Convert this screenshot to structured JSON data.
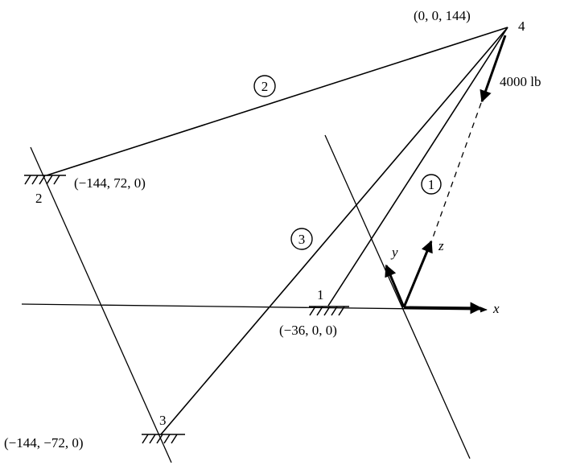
{
  "joints": {
    "j1": {
      "label": "1",
      "coords": "(−36,  0,  0)"
    },
    "j2": {
      "label": "2",
      "coords": "(−144,  72,  0)"
    },
    "j3": {
      "label": "3",
      "coords": "(−144,  −72,  0)"
    },
    "j4": {
      "label": "4",
      "coords": "(0,  0,  144)"
    }
  },
  "members": {
    "m1": {
      "label": "1"
    },
    "m2": {
      "label": "2"
    },
    "m3": {
      "label": "3"
    }
  },
  "load": {
    "label": "4000 lb"
  },
  "axes": {
    "x": "x",
    "y": "y",
    "z": "z"
  }
}
